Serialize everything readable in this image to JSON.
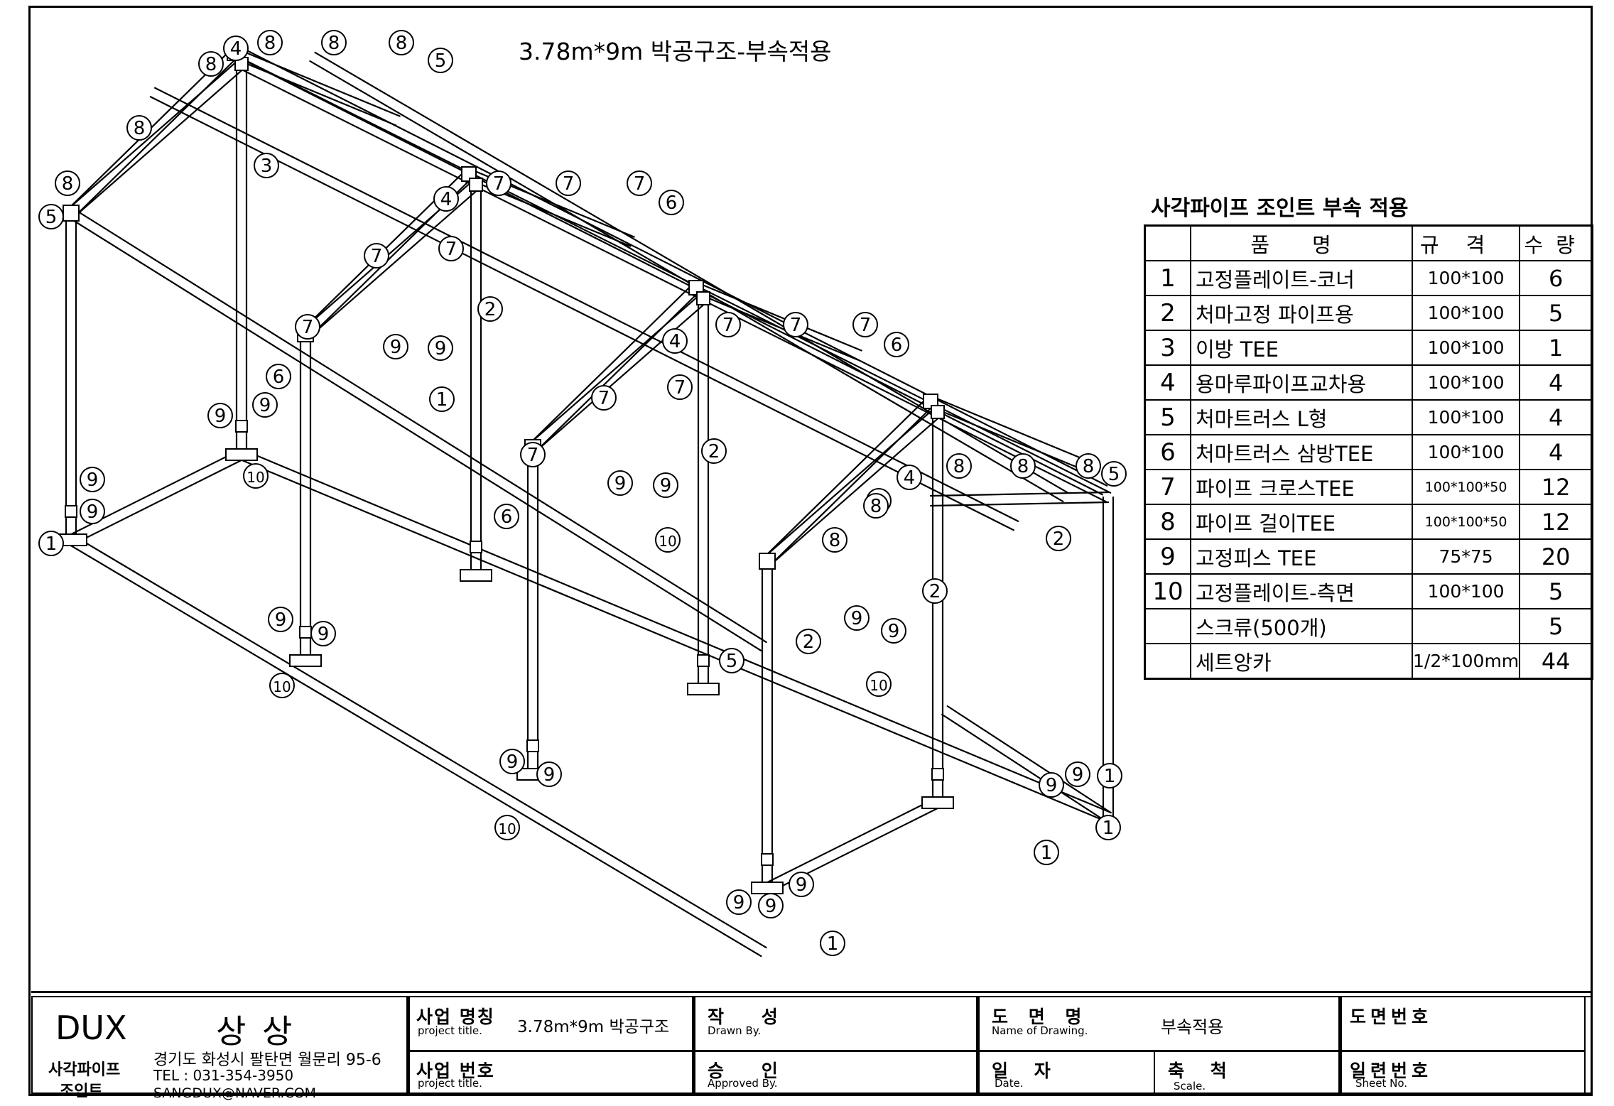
{
  "drawing_title": "3.78m*9m 박공구조-부속적용",
  "parts_table": {
    "heading": "사각파이프 조인트 부속 적용",
    "headers": {
      "name": "품명",
      "spec": "규격",
      "qty": "수량"
    },
    "rows": [
      {
        "no": "1",
        "name": "고정플레이트-코너",
        "spec": "100*100",
        "qty": "6"
      },
      {
        "no": "2",
        "name": "처마고정 파이프용",
        "spec": "100*100",
        "qty": "5"
      },
      {
        "no": "3",
        "name": "이방 TEE",
        "spec": "100*100",
        "qty": "1"
      },
      {
        "no": "4",
        "name": "용마루파이프교차용",
        "spec": "100*100",
        "qty": "4"
      },
      {
        "no": "5",
        "name": "처마트러스 L형",
        "spec": "100*100",
        "qty": "4"
      },
      {
        "no": "6",
        "name": "처마트러스 삼방TEE",
        "spec": "100*100",
        "qty": "4"
      },
      {
        "no": "7",
        "name": "파이프 크로스TEE",
        "spec": "100*100*50",
        "qty": "12"
      },
      {
        "no": "8",
        "name": "파이프 걸이TEE",
        "spec": "100*100*50",
        "qty": "12"
      },
      {
        "no": "9",
        "name": "고정피스 TEE",
        "spec": "75*75",
        "qty": "20"
      },
      {
        "no": "10",
        "name": "고정플레이트-측면",
        "spec": "100*100",
        "qty": "5"
      },
      {
        "no": "",
        "name": "스크류(500개)",
        "spec": "",
        "qty": "5"
      },
      {
        "no": "",
        "name": "세트앙카",
        "spec": "1/2*100mm",
        "qty": "44"
      }
    ]
  },
  "title_block": {
    "company": "DUX",
    "company_korean": "상 상",
    "product_line_1": "사각파이프",
    "product_line_2": "조인트",
    "address": "경기도 화성시 팔탄면 월문리 95-6",
    "tel": "TEL : 031-354-3950",
    "email": "SANGDUX@NAVER.COM",
    "project_name_ko": "사업 명칭",
    "project_name_en": "project title.",
    "project_name_value": "3.78m*9m 박공구조",
    "project_no_ko": "사업 번호",
    "project_no_en": "project title.",
    "drawn_ko": "작 성",
    "drawn_en": "Drawn By.",
    "approved_ko": "승 인",
    "approved_en": "Approved By.",
    "drawing_name_ko": "도 면 명",
    "drawing_name_en": "Name of Drawing.",
    "drawing_name_value": "부속적용",
    "date_ko": "일 자",
    "date_en": "Date.",
    "scale_ko": "축 척",
    "scale_en": "Scale.",
    "drawing_no_ko": "도면번호",
    "sheet_no_ko": "일련번호",
    "sheet_no_en": "Sheet No."
  },
  "callouts": [
    {
      "label": "4"
    },
    {
      "label": "8"
    },
    {
      "label": "8"
    },
    {
      "label": "8"
    },
    {
      "label": "5"
    },
    {
      "label": "8"
    },
    {
      "label": "8"
    },
    {
      "label": "3"
    },
    {
      "label": "8"
    },
    {
      "label": "5"
    },
    {
      "label": "4"
    },
    {
      "label": "7"
    },
    {
      "label": "7"
    },
    {
      "label": "7"
    },
    {
      "label": "6"
    },
    {
      "label": "7"
    },
    {
      "label": "2"
    },
    {
      "label": "7"
    },
    {
      "label": "7"
    },
    {
      "label": "9"
    },
    {
      "label": "9"
    },
    {
      "label": "1"
    },
    {
      "label": "6"
    },
    {
      "label": "9"
    },
    {
      "label": "9"
    },
    {
      "label": "10"
    },
    {
      "label": "9"
    },
    {
      "label": "9"
    },
    {
      "label": "1"
    },
    {
      "label": "4"
    },
    {
      "label": "7"
    },
    {
      "label": "7"
    },
    {
      "label": "7"
    },
    {
      "label": "6"
    },
    {
      "label": "7"
    },
    {
      "label": "2"
    },
    {
      "label": "7"
    },
    {
      "label": "7"
    },
    {
      "label": "9"
    },
    {
      "label": "9"
    },
    {
      "label": "10"
    },
    {
      "label": "6"
    },
    {
      "label": "8"
    },
    {
      "label": "4"
    },
    {
      "label": "8"
    },
    {
      "label": "8"
    },
    {
      "label": "8"
    },
    {
      "label": "8"
    },
    {
      "label": "5"
    },
    {
      "label": "2"
    },
    {
      "label": "2"
    },
    {
      "label": "8"
    },
    {
      "label": "9"
    },
    {
      "label": "9"
    },
    {
      "label": "2"
    },
    {
      "label": "5"
    },
    {
      "label": "10"
    },
    {
      "label": "9"
    },
    {
      "label": "9"
    },
    {
      "label": "10"
    },
    {
      "label": "9"
    },
    {
      "label": "9"
    },
    {
      "label": "10"
    },
    {
      "label": "9"
    },
    {
      "label": "9"
    },
    {
      "label": "9"
    },
    {
      "label": "9"
    },
    {
      "label": "9"
    },
    {
      "label": "1"
    },
    {
      "label": "1"
    },
    {
      "label": "1"
    },
    {
      "label": "1"
    }
  ]
}
